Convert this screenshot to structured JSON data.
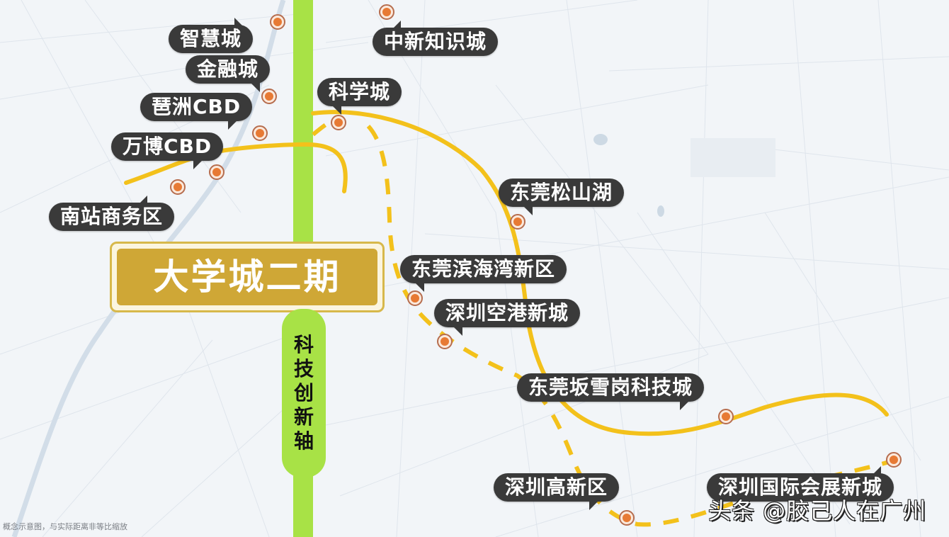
{
  "map": {
    "title": "大学城二期",
    "axis_label_chars": [
      "科",
      "技",
      "创",
      "新",
      "轴"
    ],
    "disclaimer": "概念示意图，与实际距离非等比缩放",
    "watermark": "头条 @胶己人在广州",
    "colors": {
      "background": "#f2f5f8",
      "axis_green": "#a8e246",
      "route_yellow": "#f3c11b",
      "title_gold": "#cfa736",
      "bubble_dark": "#3a3a3a",
      "marker_orange": "#e77a34"
    },
    "locations": [
      {
        "id": "zhihuicheng",
        "label": "智慧城"
      },
      {
        "id": "jinrongcheng",
        "label": "金融城"
      },
      {
        "id": "pazhou",
        "label": "琶洲CBD"
      },
      {
        "id": "wanbo",
        "label": "万博CBD"
      },
      {
        "id": "nanzhan",
        "label": "南站商务区"
      },
      {
        "id": "zhongxin",
        "label": "中新知识城"
      },
      {
        "id": "kexuecheng",
        "label": "科学城"
      },
      {
        "id": "songshanhu",
        "label": "东莞松山湖"
      },
      {
        "id": "binhaiwan",
        "label": "东莞滨海湾新区"
      },
      {
        "id": "konggang",
        "label": "深圳空港新城"
      },
      {
        "id": "bantian",
        "label": "东莞坂雪岗科技城"
      },
      {
        "id": "gaoxin",
        "label": "深圳高新区"
      },
      {
        "id": "huizhan",
        "label": "深圳国际会展新城"
      }
    ]
  }
}
